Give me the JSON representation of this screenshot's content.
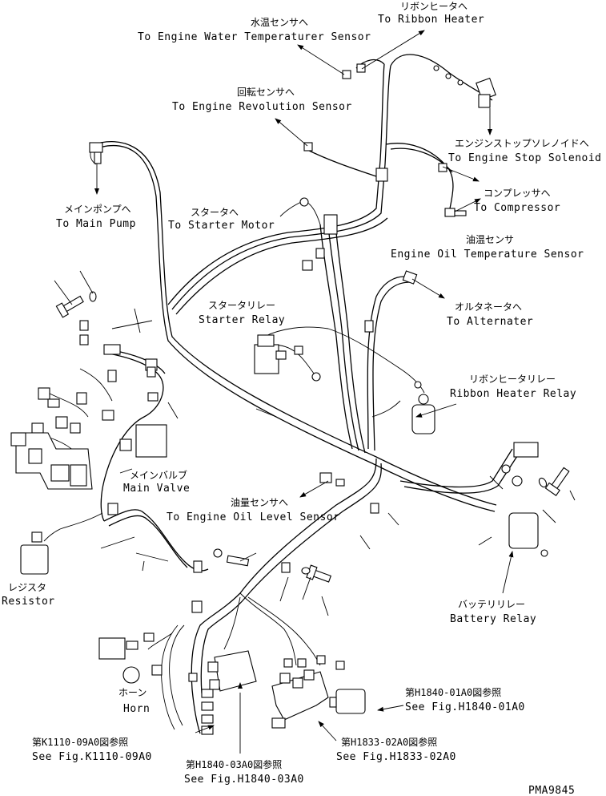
{
  "labels": {
    "water_temp": {
      "jp": "水温センサへ",
      "en": "To Engine Water Temperaturer Sensor"
    },
    "ribbon_heater": {
      "jp": "リボンヒータへ",
      "en": "To Ribbon Heater"
    },
    "revolution": {
      "jp": "回転センサへ",
      "en": "To Engine Revolution Sensor"
    },
    "stop_solenoid": {
      "jp": "エンジンストップソレノイドへ",
      "en": "To Engine Stop Solenoid"
    },
    "main_pump": {
      "jp": "メインポンプへ",
      "en": "To Main Pump"
    },
    "starter_motor": {
      "jp": "スタータへ",
      "en": "To Starter Motor"
    },
    "compressor": {
      "jp": "コンプレッサへ",
      "en": "To Compressor"
    },
    "oil_temp": {
      "jp": "油温センサ",
      "en": "Engine Oil Temperature Sensor"
    },
    "starter_relay": {
      "jp": "スタータリレー",
      "en": "Starter Relay"
    },
    "alternator": {
      "jp": "オルタネータへ",
      "en": "To Alternater"
    },
    "ribbon_relay": {
      "jp": "リボンヒータリレー",
      "en": "Ribbon Heater Relay"
    },
    "main_valve": {
      "jp": "メインバルブ",
      "en": "Main Valve"
    },
    "oil_level": {
      "jp": "油量センサへ",
      "en": "To Engine Oil Level Sensor"
    },
    "resistor": {
      "jp": "レジスタ",
      "en": "Resistor"
    },
    "battery_relay": {
      "jp": "バッテリリレー",
      "en": "Battery Relay"
    },
    "horn": {
      "jp": "ホーン",
      "en": "Horn"
    },
    "fig_h1840_01": {
      "jp": "第H1840-01A0図参照",
      "en": "See Fig.H1840-01A0"
    },
    "fig_k1110": {
      "jp": "第K1110-09A0図参照",
      "en": "See Fig.K1110-09A0"
    },
    "fig_h1833": {
      "jp": "第H1833-02A0図参照",
      "en": "See Fig.H1833-02A0"
    },
    "fig_h1840_03": {
      "jp": "第H1840-03A0図参照",
      "en": "See Fig.H1840-03A0"
    }
  },
  "drawing_code": "PMA9845"
}
